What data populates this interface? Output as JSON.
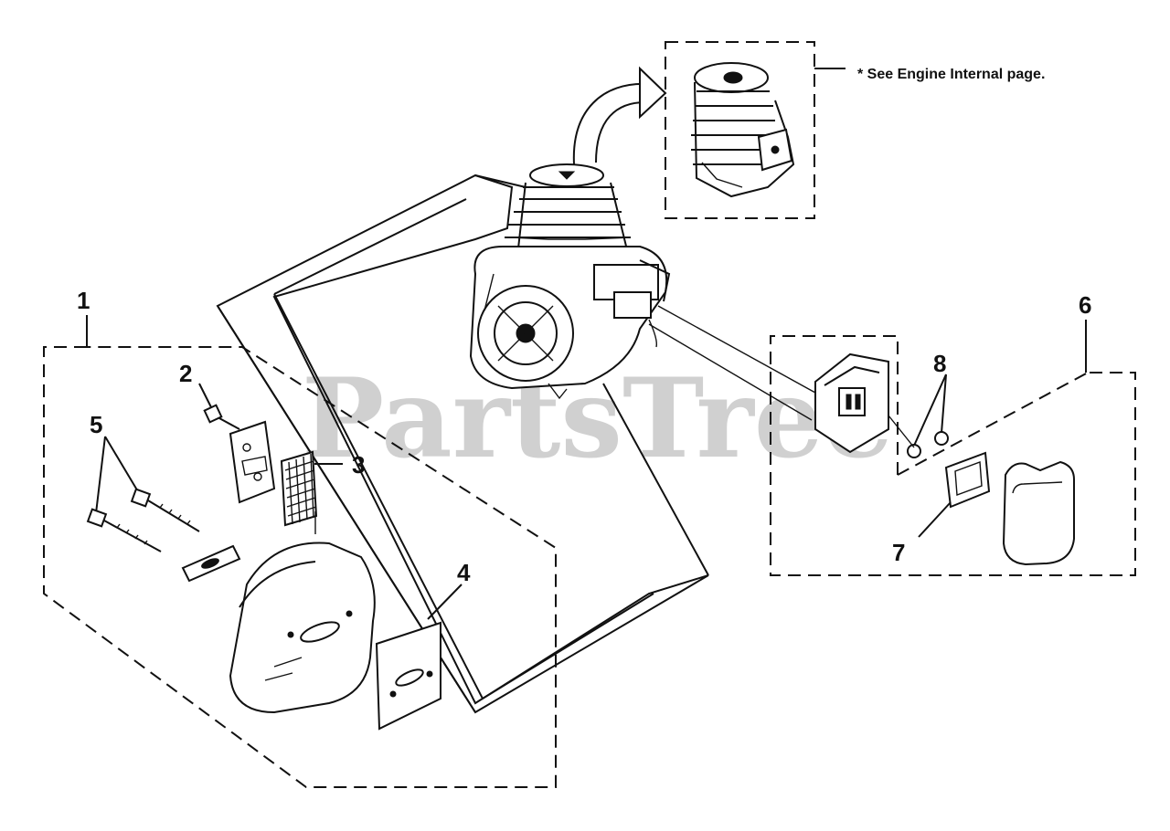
{
  "watermark": "PartsTree",
  "note": "*  See Engine Internal page.",
  "callouts": {
    "c1": "1",
    "c2": "2",
    "c3": "3",
    "c4": "4",
    "c5": "5",
    "c6": "6",
    "c7": "7",
    "c8": "8"
  }
}
